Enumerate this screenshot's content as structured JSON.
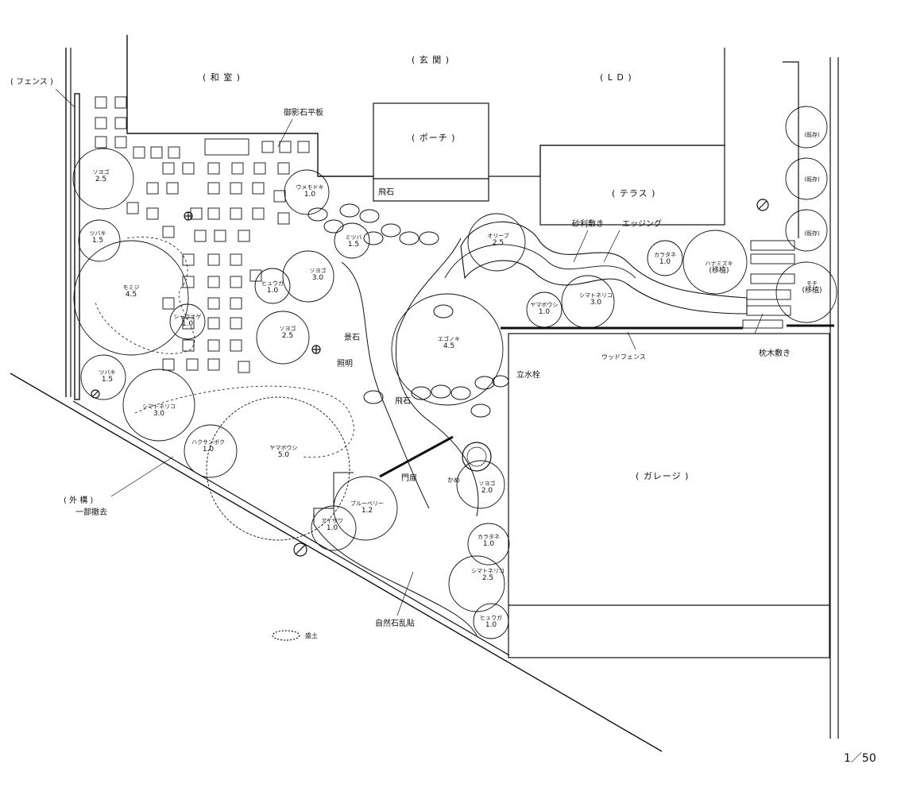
{
  "rooms": {
    "entrance": "( 玄 関 )",
    "washitsu": "( 和 室 )",
    "ld": "( L D )",
    "porch": "( ポーチ )",
    "terrace": "( テラス )",
    "garage": "( ガレージ )"
  },
  "labels": {
    "fence": "( フェンス )",
    "mikage": "御影石平板",
    "tobiishi_top": "飛石",
    "tobiishi_mid": "飛石",
    "jari": "砂利敷き",
    "edging": "エッジング",
    "keiseki": "景石",
    "shomei": "照明",
    "tachisuisen": "立水栓",
    "wood_fence": "ウッドフェンス",
    "makuragi": "枕木敷き",
    "mon": "門扉",
    "kame": "かめ",
    "gaiko": "( 外 構 )",
    "ichibu": "一部撤去",
    "shizen": "自然石乱貼",
    "mound_legend": "盛土",
    "scale": "1／50"
  },
  "trees": [
    {
      "name": "ソヨゴ",
      "h": "2.5"
    },
    {
      "name": "ツバキ",
      "h": "1.5"
    },
    {
      "name": "モミジ",
      "h": "4.5"
    },
    {
      "name": "シャクナゲ",
      "h": "1.0"
    },
    {
      "name": "ツバキ",
      "h": "1.5"
    },
    {
      "name": "シマトネリコ",
      "h": "3.0"
    },
    {
      "name": "ハクサンボク",
      "h": "1.0"
    },
    {
      "name": "ヤマボウシ",
      "h": "5.0"
    },
    {
      "name": "ブルーベリー",
      "h": "1.2"
    },
    {
      "name": "アイザワ",
      "h": "1.0"
    },
    {
      "name": "ウメモドキ",
      "h": "1.0"
    },
    {
      "name": "ミツバ",
      "h": "1.5"
    },
    {
      "name": "ヒュウガ",
      "h": "1.0"
    },
    {
      "name": "ソヨゴ",
      "h": "3.0"
    },
    {
      "name": "ソヨゴ",
      "h": "2.5"
    },
    {
      "name": "オリーブ",
      "h": "2.5"
    },
    {
      "name": "エゴノキ",
      "h": "4.5"
    },
    {
      "name": "ヤマボウシ",
      "h": "1.0"
    },
    {
      "name": "シマトネリコ",
      "h": "3.0"
    },
    {
      "name": "カラタネ",
      "h": "1.0"
    },
    {
      "name": "ソヨゴ",
      "h": "2.0"
    },
    {
      "name": "カラタネ",
      "h": "1.0"
    },
    {
      "name": "シマトネリコ",
      "h": "2.5"
    },
    {
      "name": "ヒュウガ",
      "h": "1.0"
    }
  ],
  "existing": {
    "kizon1": "(既存)",
    "kizon2": "(既存)",
    "kizon3": "(既存)",
    "hanamizuki": "ハナミズキ",
    "hanamizuki_sub": "(移植)",
    "mochi": "モチ",
    "mochi_sub": "(移植)"
  }
}
